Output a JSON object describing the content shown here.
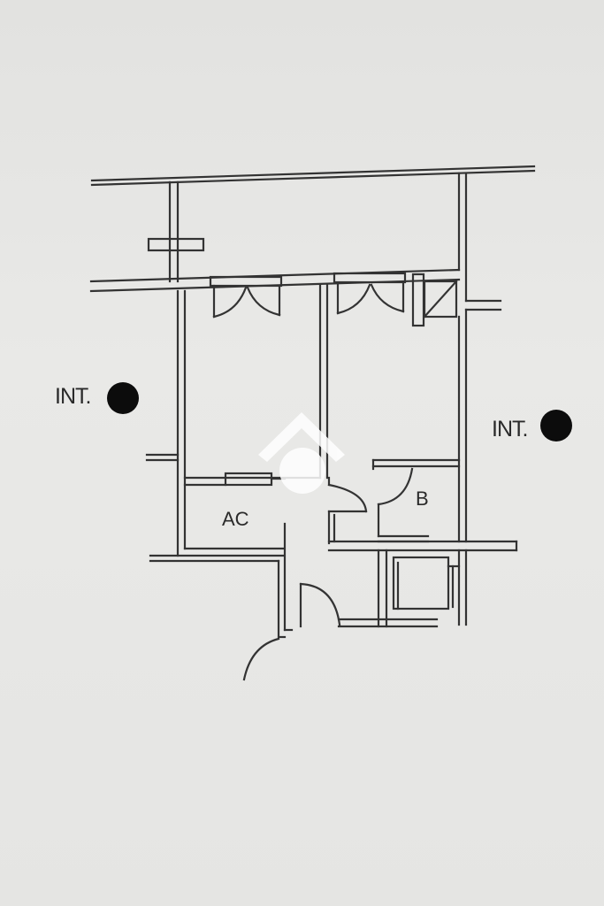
{
  "plan": {
    "entrance_labels": [
      {
        "text": "INT."
      },
      {
        "text": "INT."
      }
    ],
    "rooms": [
      {
        "text": "AC"
      },
      {
        "text": "B"
      }
    ],
    "colors": {
      "paper": "#e6e6e4",
      "ink": "#2a2a2a",
      "dot": "#0c0c0c",
      "watermark": "#ffffff"
    }
  }
}
